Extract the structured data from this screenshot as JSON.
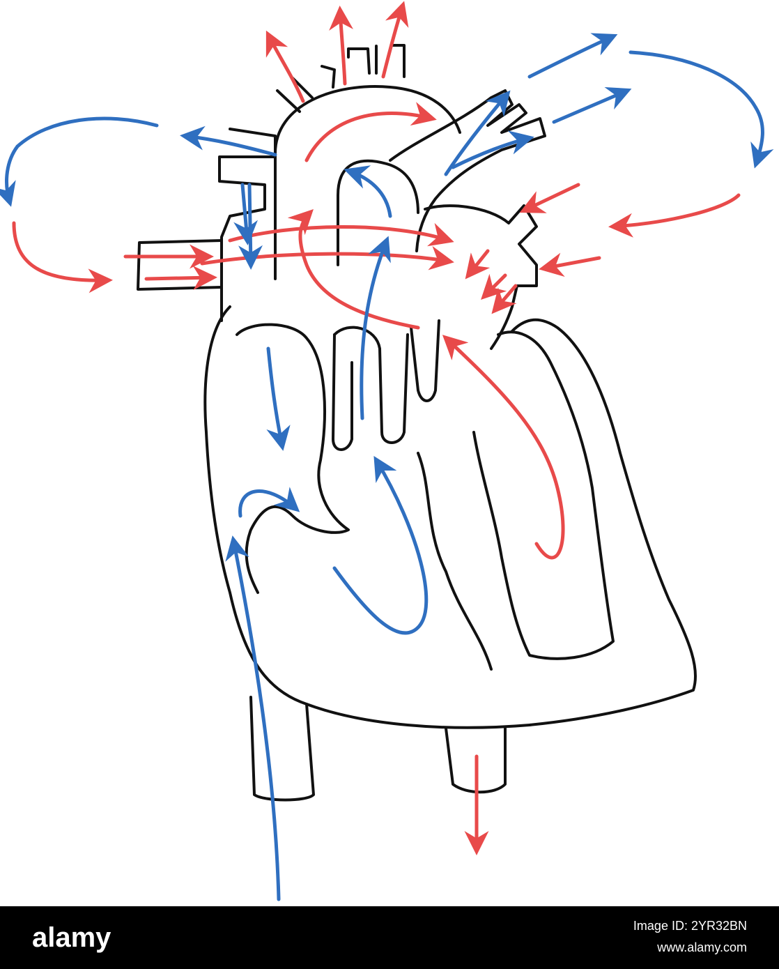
{
  "colors": {
    "oxygenated_flow": "#e84a4a",
    "deoxygenated_flow": "#2f6fc0",
    "outline": "#111111",
    "footer_bg": "#000000",
    "footer_text": "#ffffff"
  },
  "footer": {
    "logo_text": "alamy",
    "image_id": "Image ID: 2YR32BN",
    "site": "www.alamy.com"
  }
}
